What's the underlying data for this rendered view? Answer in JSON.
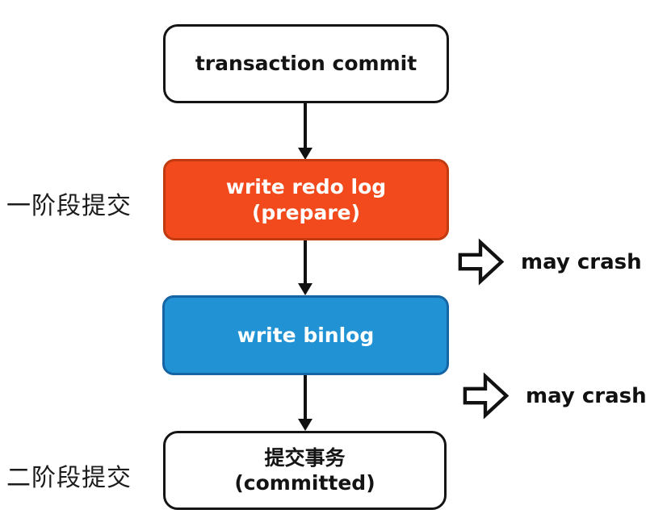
{
  "diagram": {
    "nodes": {
      "transaction_commit": {
        "label": "transaction commit"
      },
      "write_redo_log": {
        "line1": "write redo log",
        "line2": "(prepare)",
        "fill": "#f24a1d",
        "border": "#c13a10",
        "text_color": "#ffffff"
      },
      "write_binlog": {
        "label": "write binlog",
        "fill": "#2192d3",
        "border": "#1565a5",
        "text_color": "#ffffff"
      },
      "commit_transaction": {
        "line1": "提交事务",
        "line2": "(committed)"
      }
    },
    "phase_labels": {
      "phase1": "一阶段提交",
      "phase2": "二阶段提交"
    },
    "crash_annotations": {
      "crash1": "may crash",
      "crash2": "may crash"
    },
    "line_color": "#111111"
  }
}
